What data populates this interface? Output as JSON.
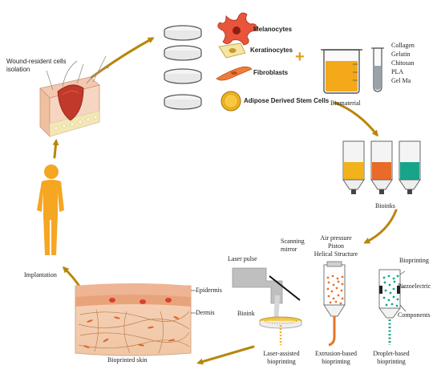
{
  "wound": {
    "label": "Wound-resident cells isolation"
  },
  "cells": [
    {
      "label": "Melanocytes",
      "icon": "melanocyte-icon"
    },
    {
      "label": "Keratinocytes",
      "icon": "keratinocyte-icon"
    },
    {
      "label": "Fibroblasts",
      "icon": "fibroblast-icon"
    },
    {
      "label": "Adipose Derived Stem Cells",
      "icon": "stem-cell-icon"
    }
  ],
  "plus": "+",
  "biomaterial": {
    "label": "Biomaterial",
    "items": [
      "Collagen",
      "Gelatin",
      "Chitosan",
      "PLA",
      "Gel Ma"
    ]
  },
  "bioinks": {
    "label": "Bioinks",
    "colors": [
      "#f2b21c",
      "#ea6a2a",
      "#16a58a"
    ]
  },
  "laser": {
    "pulse": "Laser pulse",
    "mirror": "Scanning mirror",
    "bioink": "Bioink",
    "caption": "Laser-assisted bioprinting"
  },
  "extrusion": {
    "top": [
      "Air pressure",
      "Piston",
      "Helical Structure"
    ],
    "caption": "Extrusion-based bioprinting"
  },
  "droplet": {
    "bioprinting": "Bioprinting",
    "piezo": "Piezoelectric",
    "components": "Components",
    "caption": "Droplet-based bioprinting"
  },
  "skin": {
    "epidermis": "Epidermis",
    "dermis": "Dermis",
    "caption": "Bioprinted skin"
  },
  "implantation": {
    "label": "Implantation"
  },
  "colors": {
    "arrow": "#b8860b",
    "human": "#f5a623",
    "orange": "#e8742a",
    "green": "#1aa589",
    "yellow": "#f2b21c"
  }
}
